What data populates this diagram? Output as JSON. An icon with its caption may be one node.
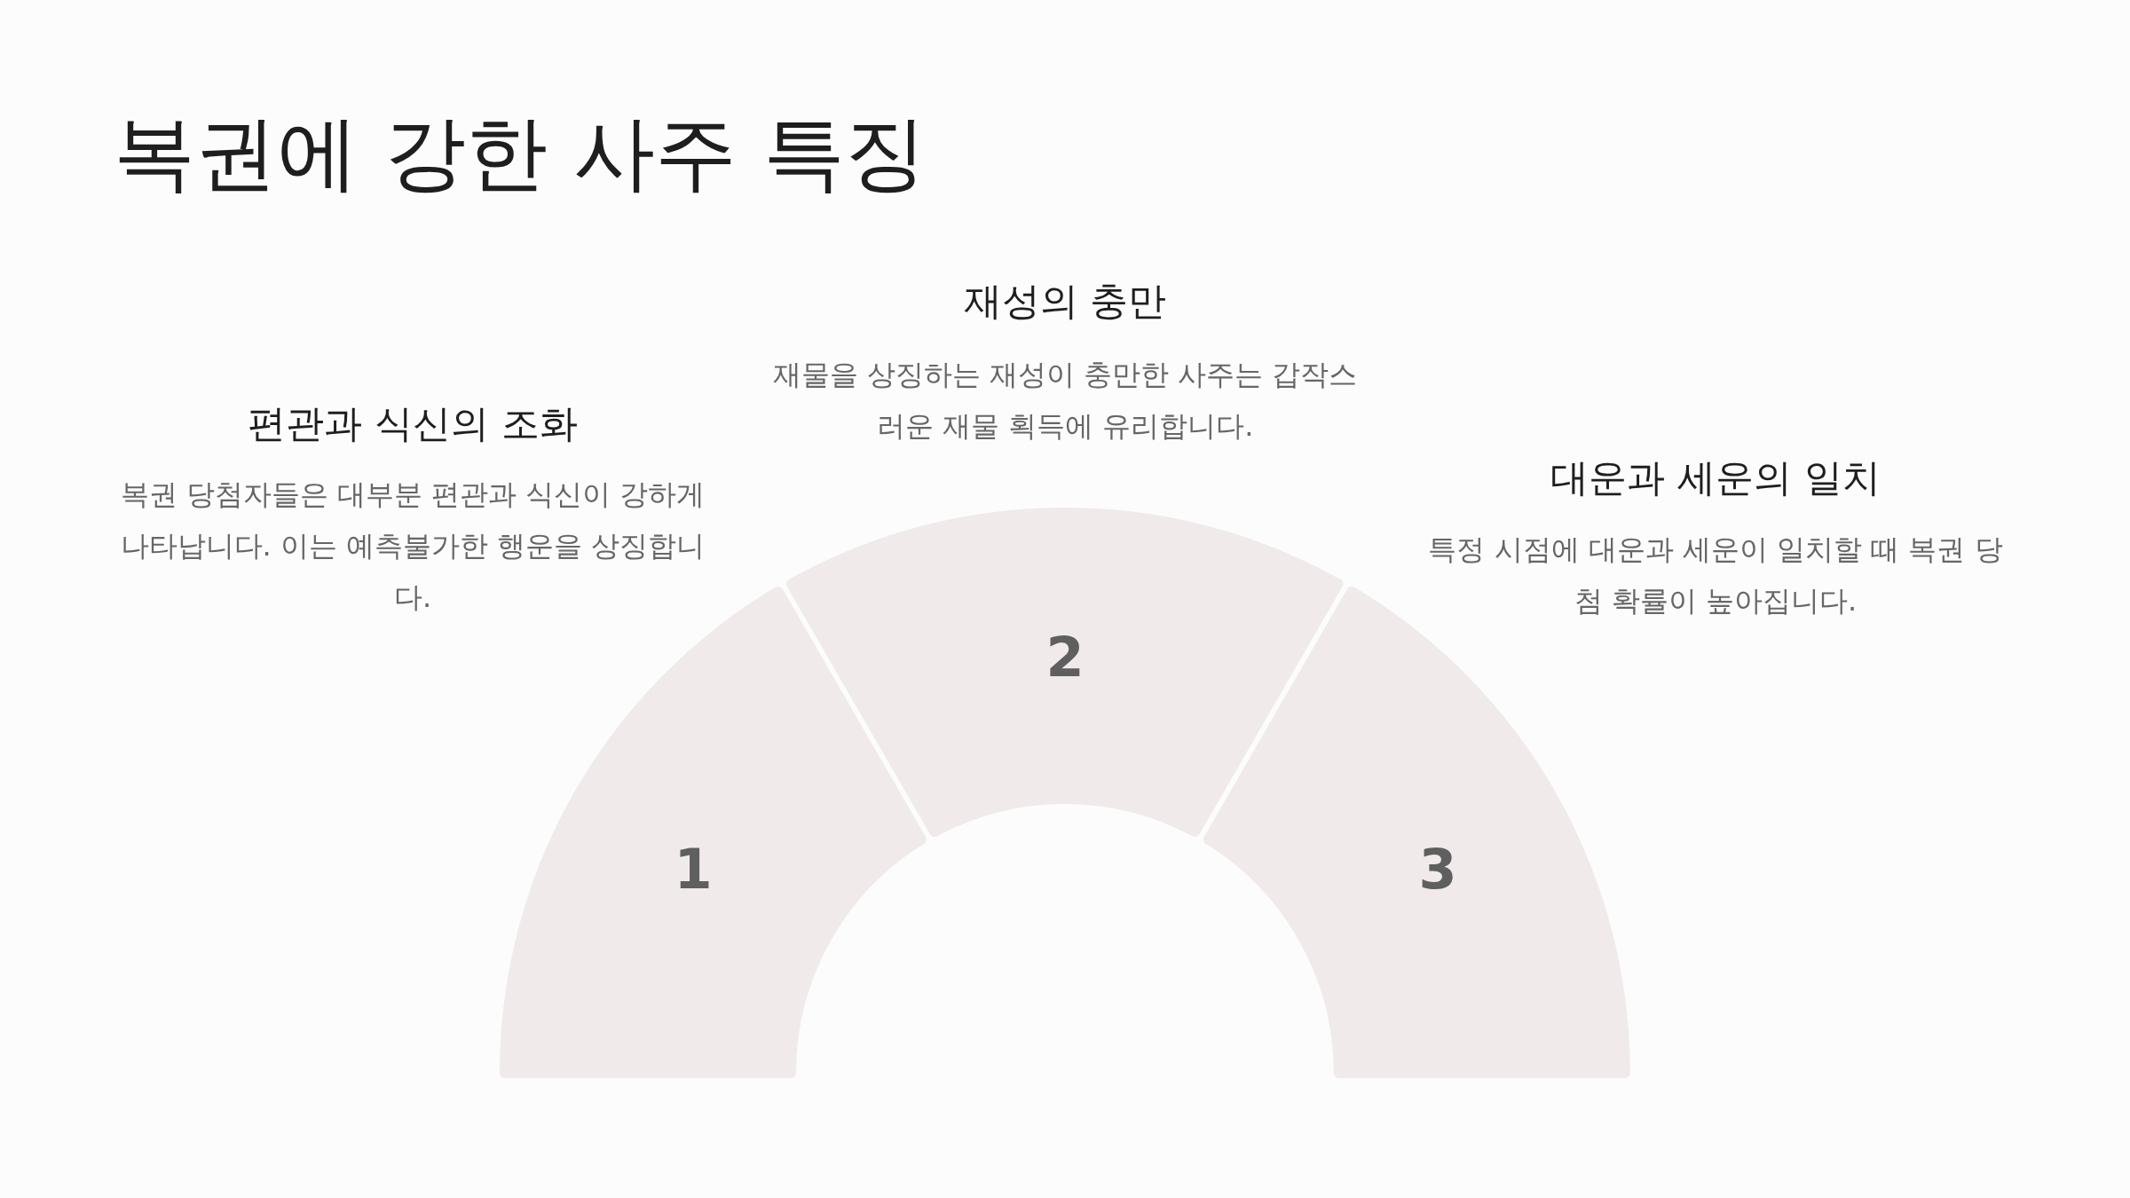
{
  "diagram": {
    "title": "복권에 강한 사주 특징",
    "nodes": [
      {
        "text": [
          "1"
        ],
        "beside": [
          "편관과 식신의 조화",
          "복권 당첨자들은 대부분 편관과 식신이 강하게 나타납니다. 이는 예측불가한 행운을 상징합니다."
        ]
      },
      {
        "text": [
          "2"
        ],
        "beside": [
          "재성의 충만",
          "재물을 상징하는 재성이 충만한 사주는 갑작스러운 재물 획득에 유리합니다."
        ]
      },
      {
        "text": [
          "3"
        ],
        "beside": [
          "대운과 세운의 일치",
          "특정 시점에 대운과 세운이 일치할 때 복권 당첨 확률이 높아집니다."
        ]
      }
    ]
  }
}
